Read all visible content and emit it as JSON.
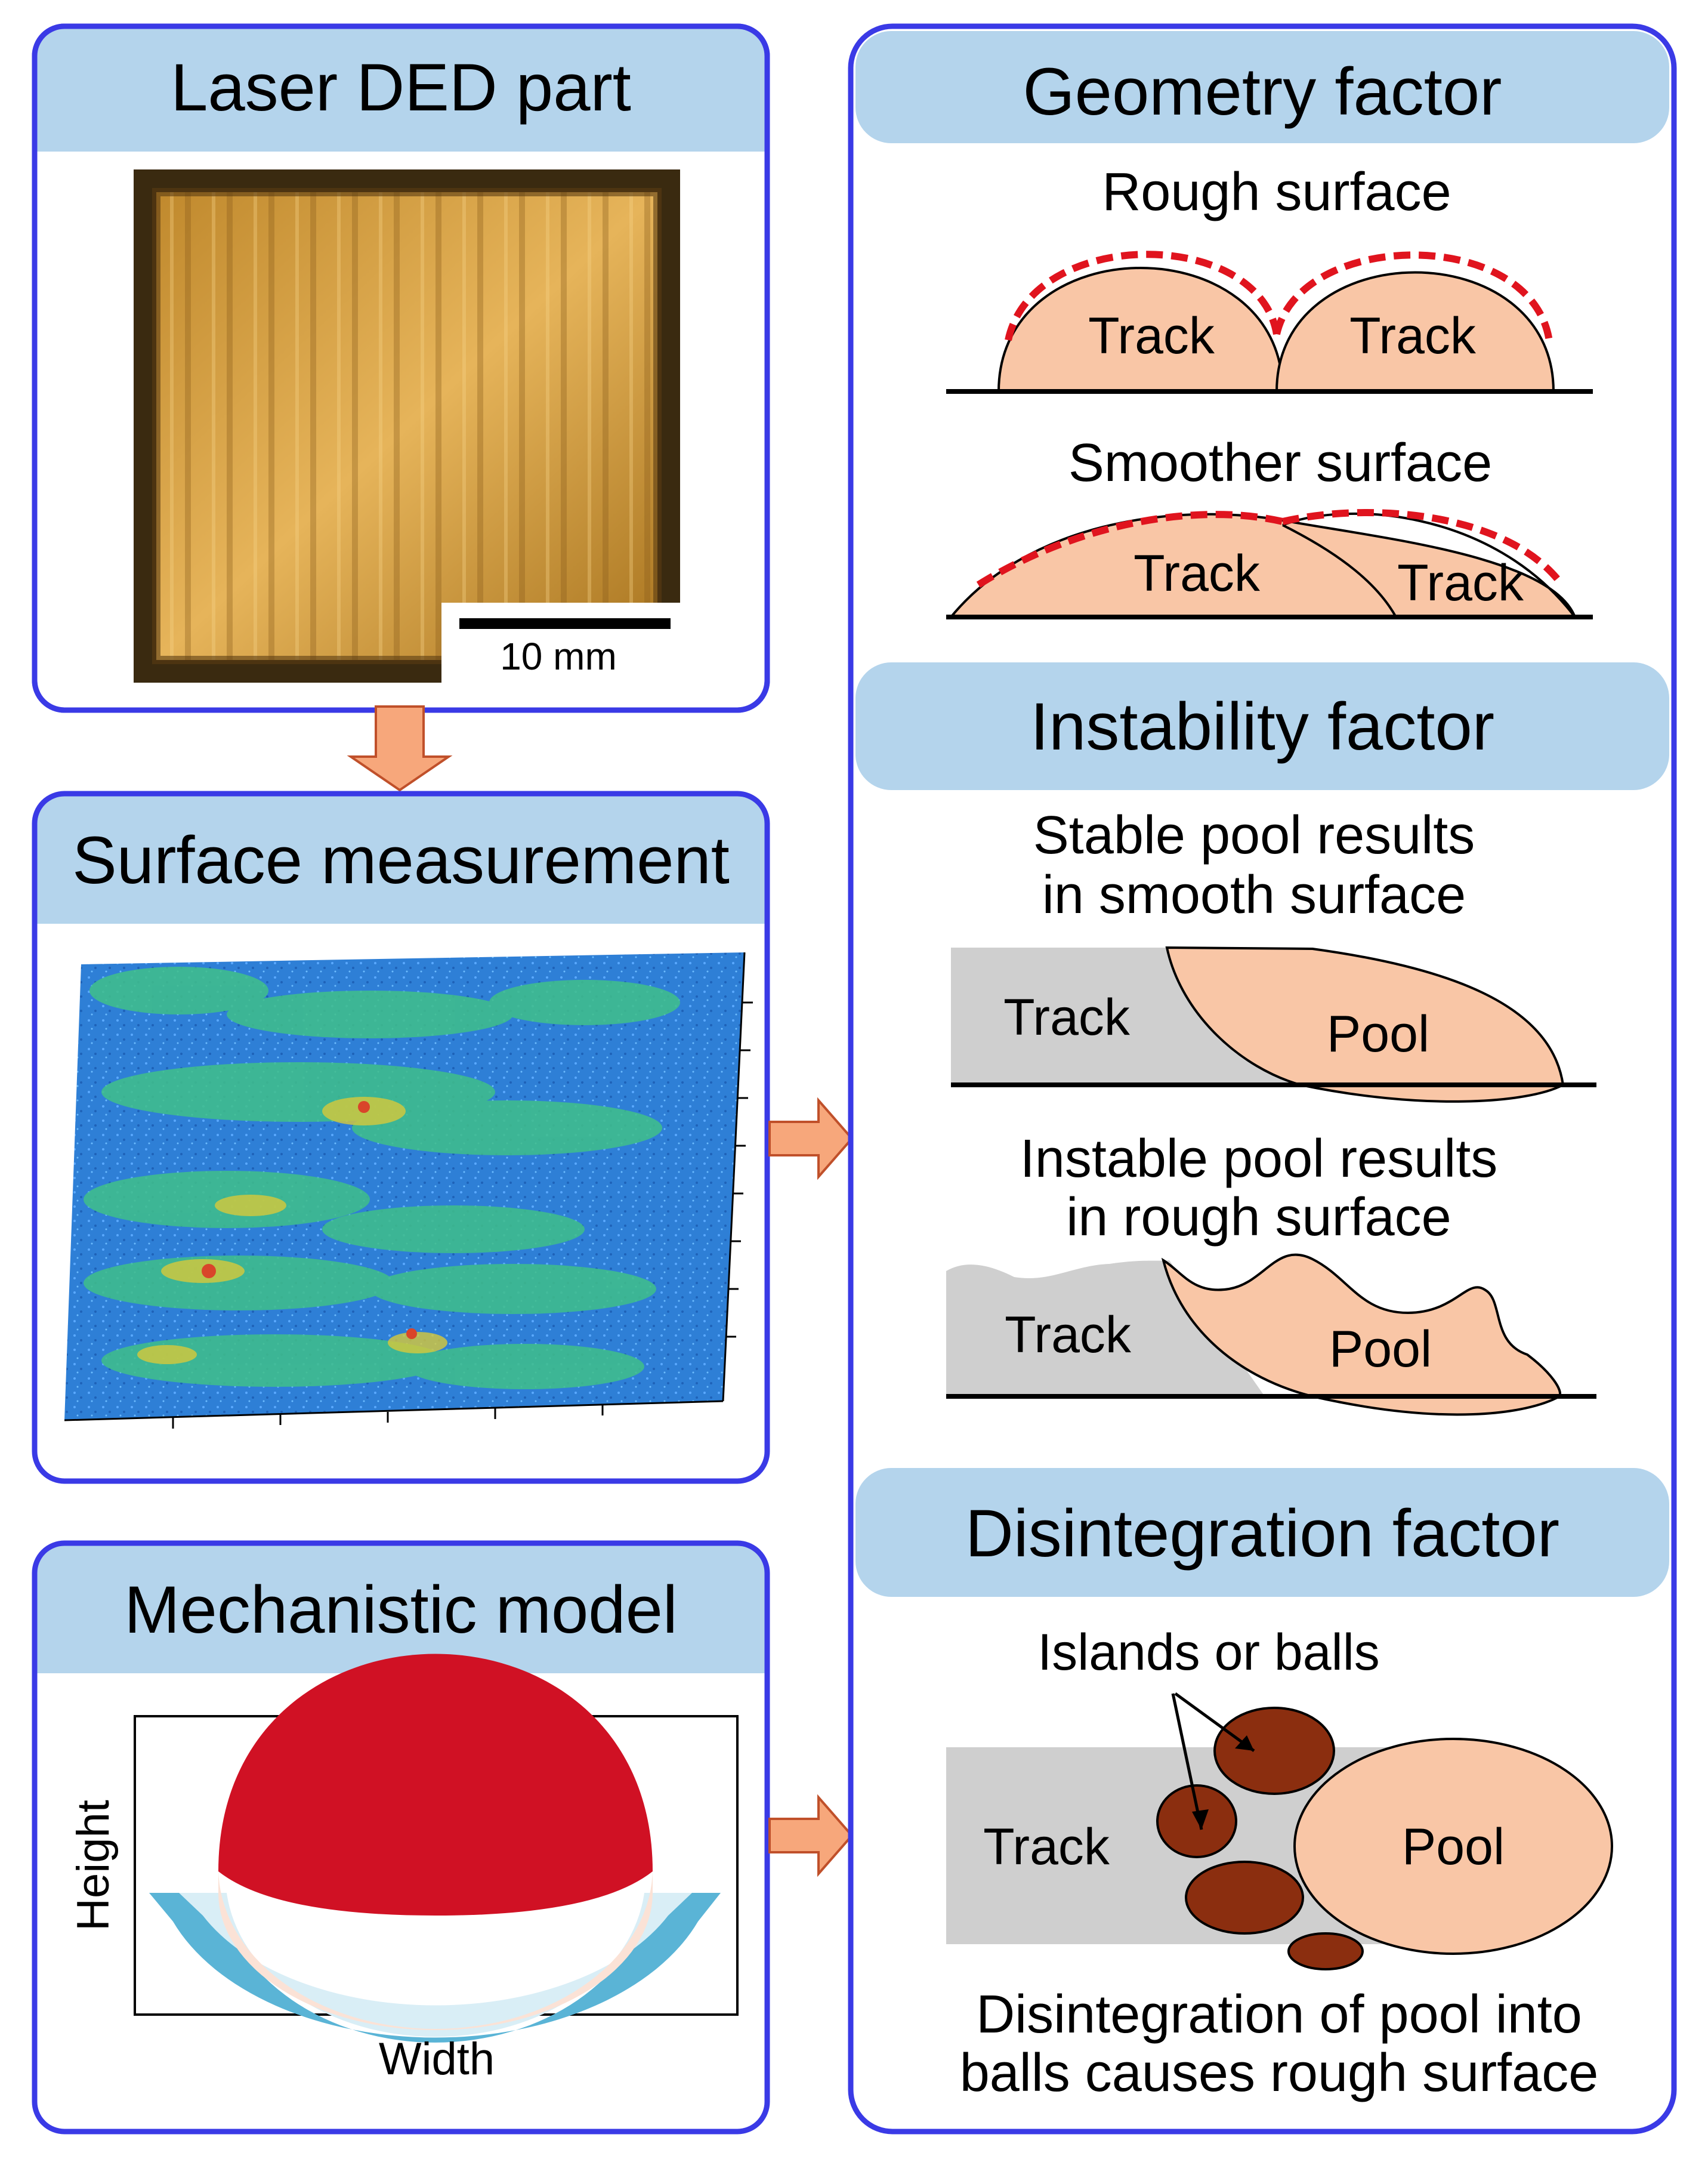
{
  "panels": {
    "laser_ded": {
      "title": "Laser DED part",
      "scale_bar": "10 mm"
    },
    "surface": {
      "title": "Surface measurement"
    },
    "model": {
      "title": "Mechanistic model",
      "ylabel": "Height",
      "xlabel": "Width"
    },
    "geometry": {
      "title": "Geometry factor",
      "rough_caption": "Rough surface",
      "smooth_caption": "Smoother surface",
      "track_label": "Track"
    },
    "instability": {
      "title": "Instability factor",
      "stable_caption_1": "Stable pool results",
      "stable_caption_2": "in smooth surface",
      "instable_caption_1": "Instable pool results",
      "instable_caption_2": "in rough surface",
      "track_label": "Track",
      "pool_label": "Pool"
    },
    "disintegration": {
      "title": "Disintegration factor",
      "balls_caption": "Islands or balls",
      "track_label": "Track",
      "pool_label": "Pool",
      "bottom_caption_1": "Disintegration of pool into",
      "bottom_caption_2": "balls causes rough surface"
    }
  },
  "colors": {
    "panel_border": "#3a3ae6",
    "header_fill": "#b4d4ec",
    "track_fill": "#f9c6a6",
    "track_gray": "#cfcfcf",
    "dashed_red": "#e0141e",
    "ball_fill": "#8b2e0f",
    "arrow_fill": "#f7a77b",
    "model_red": "#d01124"
  }
}
